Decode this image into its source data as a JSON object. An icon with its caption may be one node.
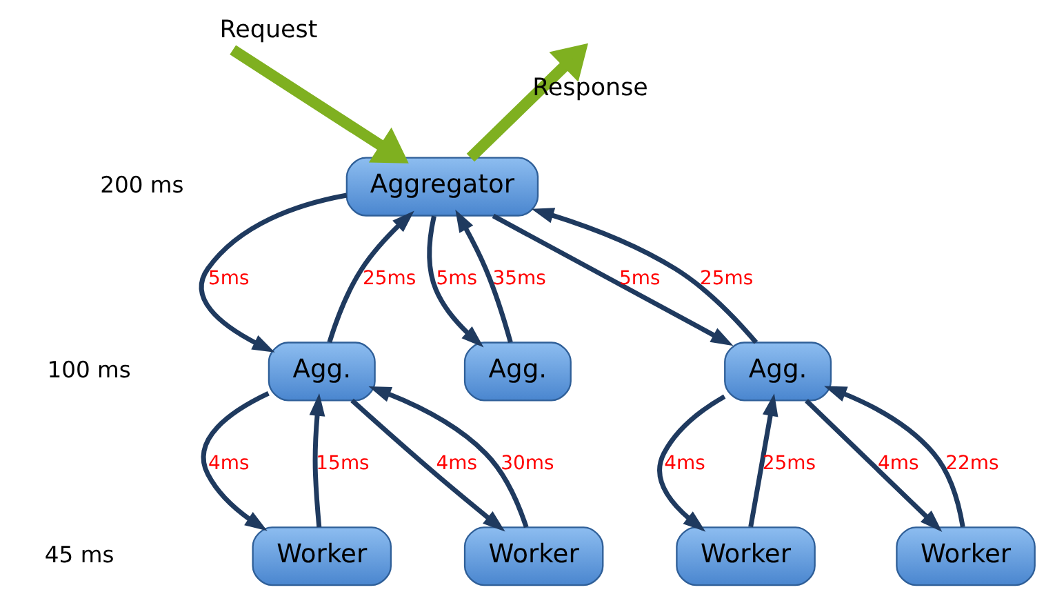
{
  "diagram": {
    "nodes": [
      {
        "text": [
          "Aggregator"
        ]
      },
      {
        "text": [
          "Agg."
        ]
      },
      {
        "text": [
          "Agg."
        ]
      },
      {
        "text": [
          "Agg."
        ]
      },
      {
        "text": [
          "Worker"
        ]
      },
      {
        "text": [
          "Worker"
        ]
      },
      {
        "text": [
          "Worker"
        ]
      },
      {
        "text": [
          "Worker"
        ]
      }
    ],
    "edges": [
      {
        "from": null,
        "to": 0,
        "arrow": "to",
        "label": "Request",
        "style": "thick",
        "color": "#7fb020"
      },
      {
        "from": 0,
        "to": null,
        "arrow": "to",
        "label": "Response",
        "style": "thick",
        "color": "#7fb020"
      },
      {
        "from": 0,
        "to": 1,
        "arrow": "to",
        "label": "5ms"
      },
      {
        "from": 1,
        "to": 0,
        "arrow": "to",
        "label": "25ms"
      },
      {
        "from": 0,
        "to": 2,
        "arrow": "to",
        "label": "5ms"
      },
      {
        "from": 2,
        "to": 0,
        "arrow": "to",
        "label": "35ms"
      },
      {
        "from": 0,
        "to": 3,
        "arrow": "to",
        "label": "5ms"
      },
      {
        "from": 3,
        "to": 0,
        "arrow": "to",
        "label": "25ms"
      },
      {
        "from": 1,
        "to": 4,
        "arrow": "to",
        "label": "4ms"
      },
      {
        "from": 4,
        "to": 1,
        "arrow": "to",
        "label": "15ms"
      },
      {
        "from": 1,
        "to": 5,
        "arrow": "to",
        "label": "4ms"
      },
      {
        "from": 5,
        "to": 1,
        "arrow": "to",
        "label": "30ms"
      },
      {
        "from": 3,
        "to": 6,
        "arrow": "to",
        "label": "4ms"
      },
      {
        "from": 6,
        "to": 3,
        "arrow": "to",
        "label": "25ms"
      },
      {
        "from": 3,
        "to": 7,
        "arrow": "to",
        "label": "4ms"
      },
      {
        "from": 7,
        "to": 3,
        "arrow": "to",
        "label": "22ms"
      }
    ],
    "labels": [
      "200 ms",
      "100 ms",
      "45 ms"
    ]
  }
}
